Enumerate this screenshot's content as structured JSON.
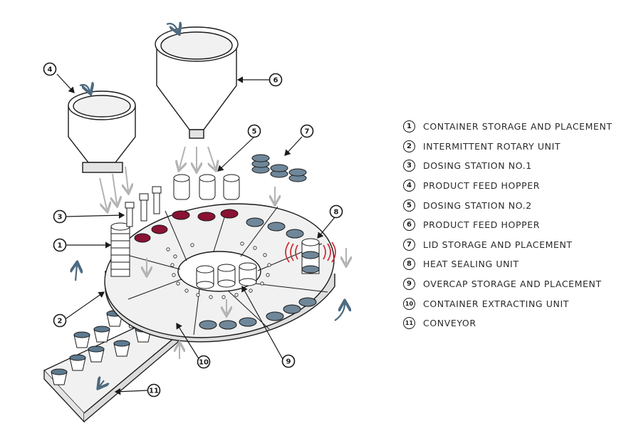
{
  "legend": [
    {
      "num": "1",
      "label": "CONTAINER STORAGE AND PLACEMENT"
    },
    {
      "num": "2",
      "label": "INTERMITTENT ROTARY UNIT"
    },
    {
      "num": "3",
      "label": "DOSING STATION NO.1"
    },
    {
      "num": "4",
      "label": "PRODUCT FEED HOPPER"
    },
    {
      "num": "5",
      "label": "DOSING STATION NO.2"
    },
    {
      "num": "6",
      "label": "PRODUCT FEED HOPPER"
    },
    {
      "num": "7",
      "label": "LID STORAGE AND PLACEMENT"
    },
    {
      "num": "8",
      "label": "HEAT SEALING UNIT"
    },
    {
      "num": "9",
      "label": "OVERCAP STORAGE AND PLACEMENT"
    },
    {
      "num": "10",
      "label": "CONTAINER EXTRACTING UNIT"
    },
    {
      "num": "11",
      "label": "CONVEYOR"
    }
  ],
  "callouts": {
    "c1": "1",
    "c2": "2",
    "c3": "3",
    "c4": "4",
    "c5": "5",
    "c6": "6",
    "c7": "7",
    "c8": "8",
    "c9": "9",
    "c10": "10",
    "c11": "11"
  },
  "colors": {
    "line": "#1a1a1a",
    "table": "#f1f1f1",
    "product": "#8a1233",
    "rotation_arrow": "#4d6a80",
    "flow_arrow": "#b3b3b3",
    "heat": "#c8202a",
    "lid": "#6f8799"
  }
}
